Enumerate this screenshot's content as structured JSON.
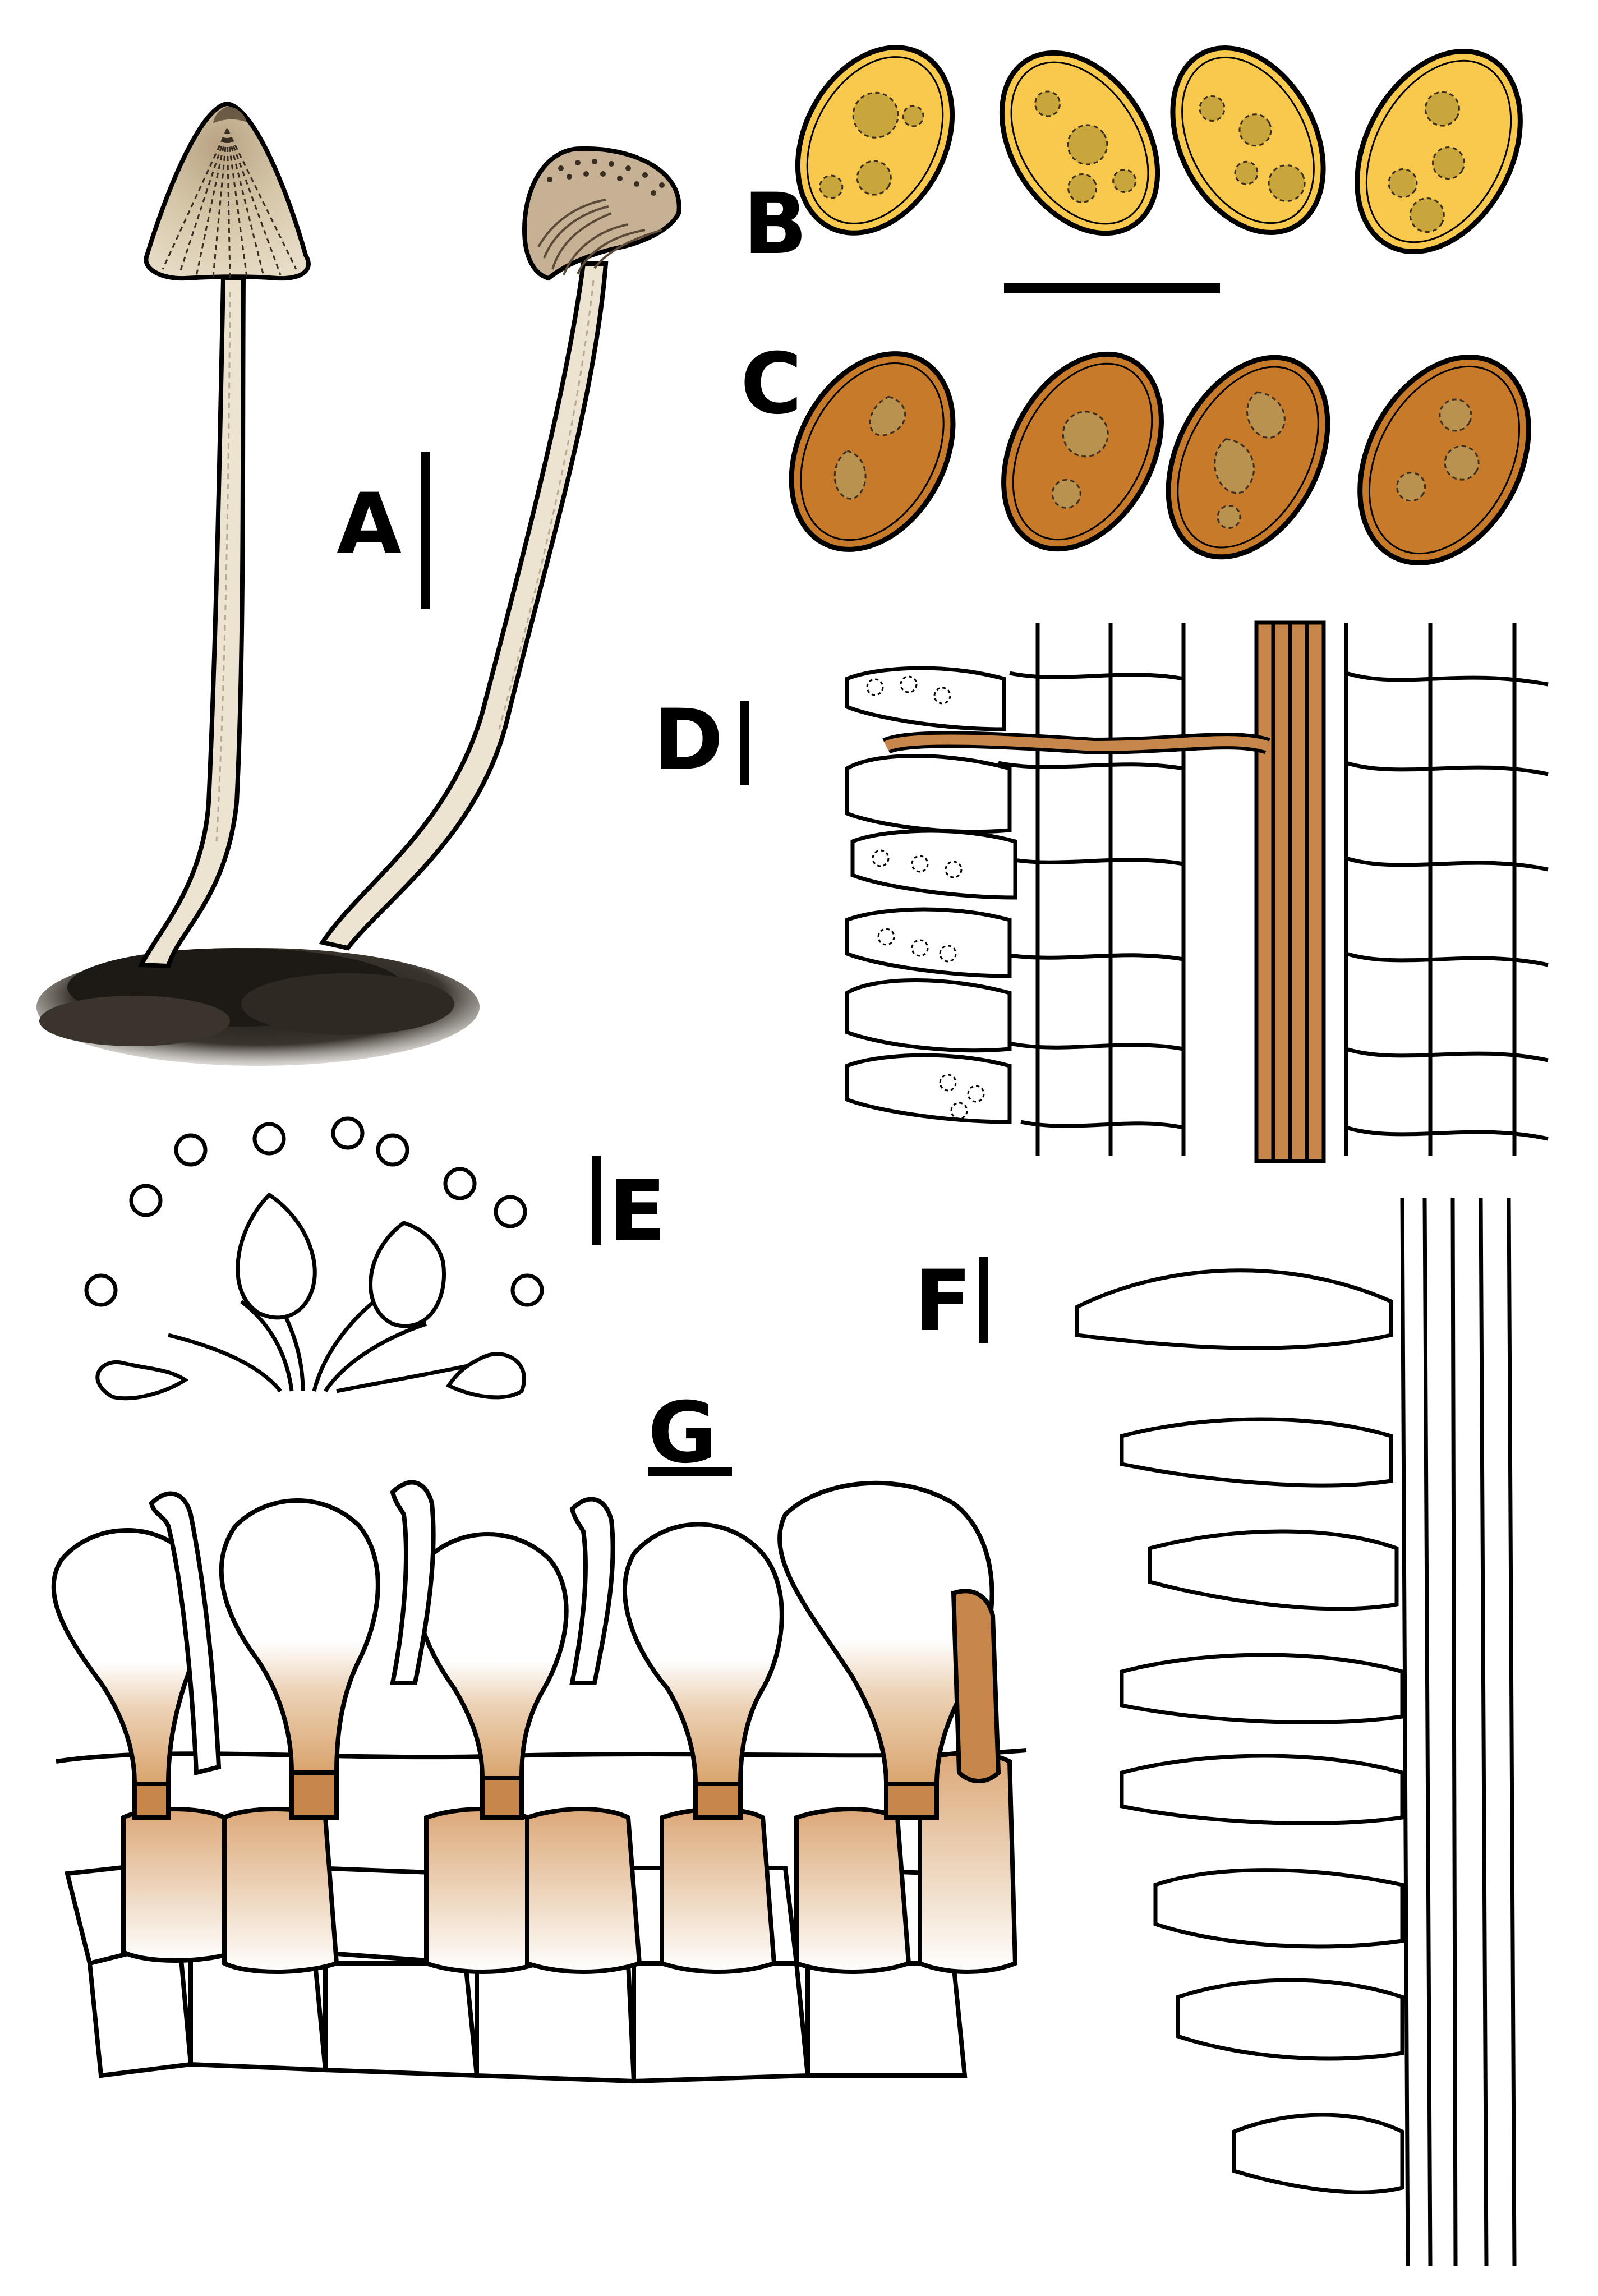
{
  "panels": {
    "a": {
      "letter": "A"
    },
    "b": {
      "letter": "B"
    },
    "c": {
      "letter": "C"
    },
    "d": {
      "letter": "D"
    },
    "e": {
      "letter": "E"
    },
    "f": {
      "letter": "F"
    },
    "g": {
      "letter": "G"
    }
  },
  "colors": {
    "ink": "#000000",
    "spore_b_fill": "#f9c94d",
    "spore_b_inclusion": "#c8a63c",
    "spore_c_fill": "#c67a2a",
    "spore_c_inclusion": "#b8924e",
    "pigment_brown": "#c8874a",
    "pigment_light": "#ecd2b6",
    "cap_tan": "#d3c2a2",
    "stipe_cream": "#ece3d0",
    "substrate": "#2a2622"
  }
}
